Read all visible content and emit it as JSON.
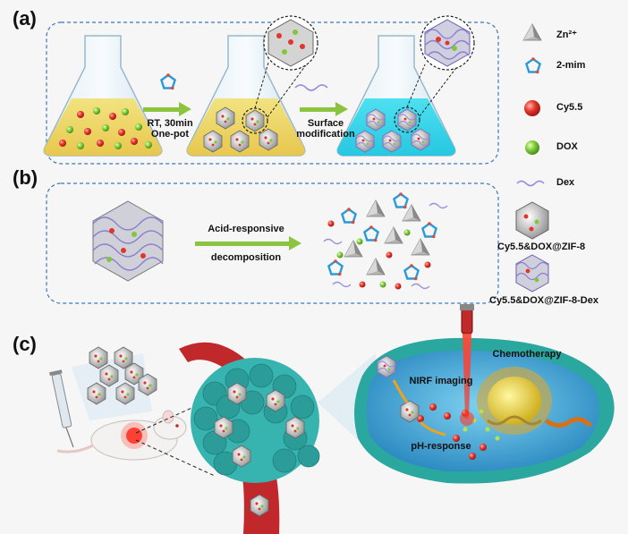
{
  "panels": {
    "a": "(a)",
    "b": "(b)",
    "c": "(c)"
  },
  "step_a1": {
    "line1": "RT, 30min",
    "line2": "One-pot"
  },
  "step_a2": {
    "line1": "Surface",
    "line2": "modification"
  },
  "step_b": {
    "line1": "Acid-responsive",
    "line2": "decomposition"
  },
  "cell_labels": {
    "nirf": "NIRF imaging",
    "chemo": "Chemotherapy",
    "ph": "pH-response"
  },
  "legend": [
    {
      "icon": "zinc-tetrahedron-icon",
      "label": "Zn²⁺"
    },
    {
      "icon": "2-mim-ring-icon",
      "label": "2-mim"
    },
    {
      "icon": "cy55-sphere-icon",
      "label": "Cy5.5"
    },
    {
      "icon": "dox-sphere-icon",
      "label": "DOX"
    },
    {
      "icon": "dex-chain-icon",
      "label": "Dex"
    },
    {
      "icon": "zif8-particle-icon",
      "label": "Cy5.5&DOX@ZIF-8"
    },
    {
      "icon": "zif8-dex-particle-icon",
      "label": "Cy5.5&DOX@ZIF-8-Dex"
    }
  ],
  "colors": {
    "panel_border": "#3a78b8",
    "arrow_green": "#8cc43f",
    "cy55_red": "#e2352b",
    "dox_green": "#7ec93a",
    "mim_blue": "#2b9ad8",
    "dex_purple": "#9c8fd8",
    "cell_teal": "#2aa8a0",
    "tumor_teal": "#38b4b0",
    "vessel_red": "#c0282b"
  }
}
